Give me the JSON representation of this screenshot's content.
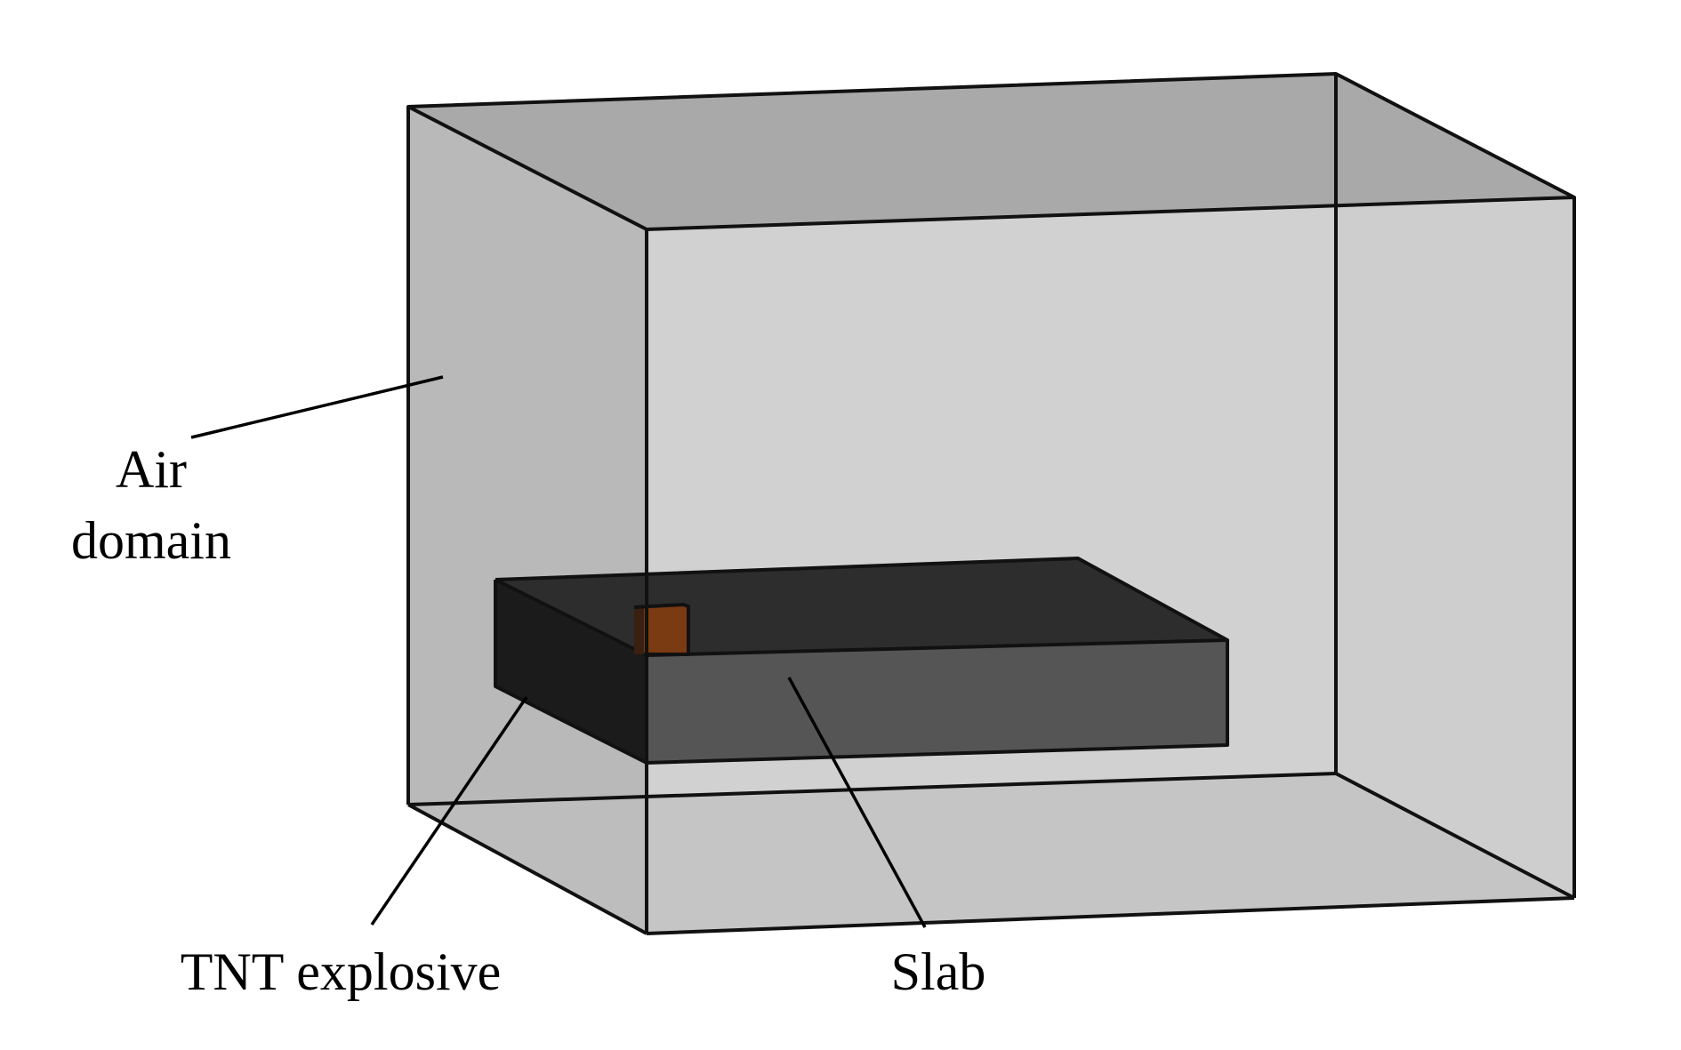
{
  "labels": {
    "air_line1": "Air",
    "air_line2": "domain",
    "tnt": "TNT explosive",
    "slab": "Slab"
  },
  "colors": {
    "background": "#ffffff",
    "air_box_face_back": "#d2d2d2",
    "air_box_face_top": "#a8a8a8",
    "air_box_face_left": "#bcbcbc",
    "air_box_face_right": "#c8c8c8",
    "slab_top": "#2b2b2b",
    "slab_front": "#545454",
    "slab_side": "#1c1c1c",
    "tnt": "#7a3a12",
    "edge": "#111111"
  }
}
